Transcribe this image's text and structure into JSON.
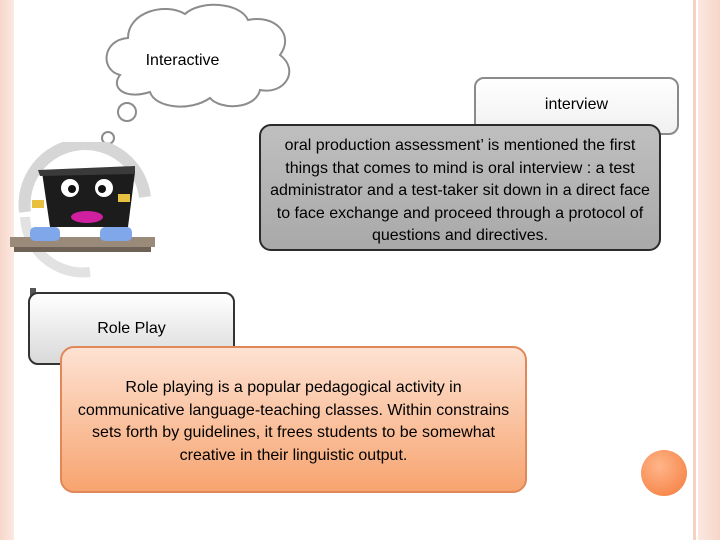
{
  "thought_cloud": {
    "label": "Interactive"
  },
  "interview": {
    "title": "interview",
    "description": "oral production assessment’ is mentioned the first things that comes to mind is oral interview : a test administrator and a test-taker sit down in a direct face to face exchange and proceed through a protocol of questions and directives."
  },
  "role_play": {
    "title": "Role Play",
    "description": "Role playing is a popular pedagogical activity in communicative language-teaching classes. Within constrains sets forth by guidelines, it frees students to be somewhat creative in their linguistic output."
  },
  "colors": {
    "accent_orange": "#f47a3a",
    "gray_box": "#a9a9a9",
    "decor_pink": "#f7d6c9"
  }
}
